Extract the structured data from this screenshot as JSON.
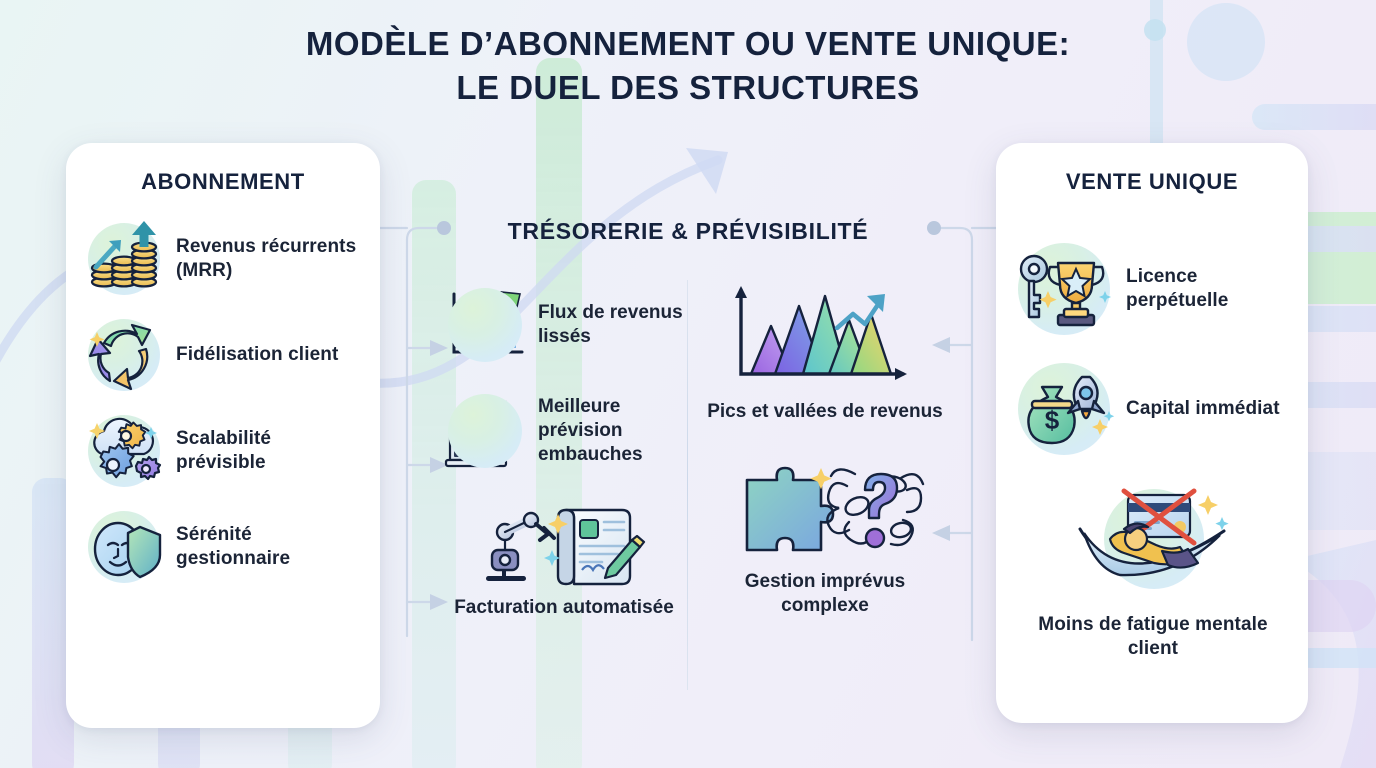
{
  "title": {
    "line1": "MODÈLE D’ABONNEMENT OU VENTE UNIQUE:",
    "line2": "LE DUEL DES STRUCTURES"
  },
  "band": {
    "label": "TRÉSORERIE & PRÉVISIBILITÉ"
  },
  "colors": {
    "heading": "#15223d",
    "body_text": "#1b2436",
    "card_bg": "#ffffff",
    "page_bg_start": "#e9f5f4",
    "page_bg_end": "#efeaf7",
    "connector": "#c9d5e6",
    "divider": "#ccd8ea"
  },
  "left_card": {
    "title": "ABONNEMENT",
    "items": [
      {
        "label": "Revenus récurrents (MRR)",
        "icon": "coins-growth-arrow-icon"
      },
      {
        "label": "Fidélisation client",
        "icon": "recycle-loop-arrows-icon"
      },
      {
        "label": "Scalabilité prévisible",
        "icon": "cloud-gears-icon"
      },
      {
        "label": "Sérénité gestionnaire",
        "icon": "calm-face-shield-icon"
      }
    ]
  },
  "right_card": {
    "title": "VENTE UNIQUE",
    "items": [
      {
        "label": "Licence perpétuelle",
        "icon": "key-trophy-icon"
      },
      {
        "label": "Capital immédiat",
        "icon": "money-bag-rocket-icon"
      },
      {
        "label": "Moins de fatigue mentale client",
        "icon": "hammock-no-card-icon"
      }
    ]
  },
  "centre_left": {
    "items": [
      {
        "label": "Flux de revenus lissés",
        "icon": "rising-area-chart-icon",
        "layout": "row"
      },
      {
        "label": "Meilleure prévision embauches",
        "icon": "office-building-arrow-icon",
        "layout": "row"
      },
      {
        "label": "Facturation automatisée",
        "icon": "robot-arm-invoice-icon",
        "layout": "stack"
      }
    ]
  },
  "centre_right": {
    "items": [
      {
        "label": "Pics et vallées de revenus",
        "icon": "spiky-peaks-chart-icon",
        "layout": "stack"
      },
      {
        "label": "Gestion imprévus complexe",
        "icon": "puzzle-question-mark-icon",
        "layout": "stack"
      }
    ]
  }
}
